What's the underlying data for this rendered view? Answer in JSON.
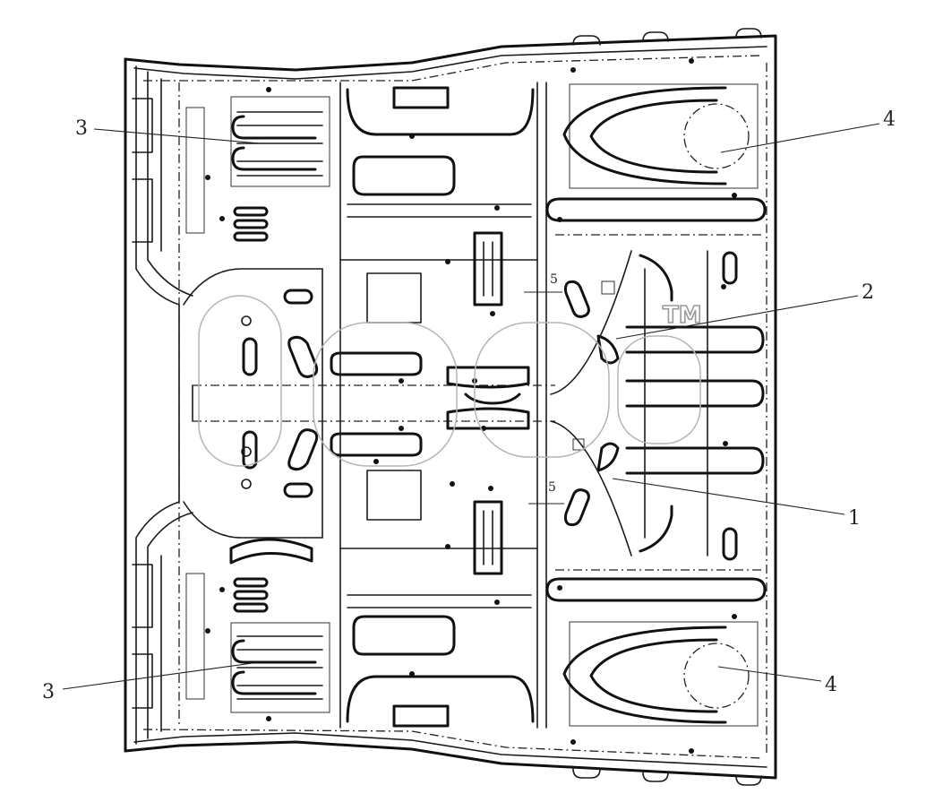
{
  "callouts": {
    "part_1": "1",
    "part_2": "2",
    "part_3_top": "3",
    "part_3_bottom": "3",
    "part_4_top": "4",
    "part_4_bottom": "4",
    "part_5_top": "5",
    "part_5_bottom": "5"
  },
  "watermark": {
    "tm": "TM"
  }
}
